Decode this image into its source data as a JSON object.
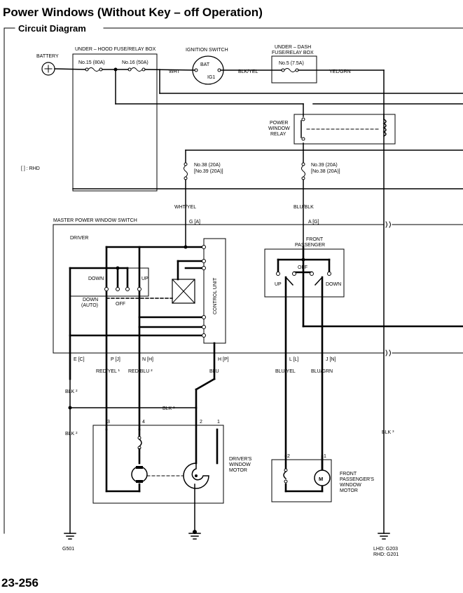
{
  "title": "Power Windows (Without Key – off Operation)",
  "subtitle": "Circuit Diagram",
  "page_number": "23-256",
  "rhd_note": "[ ] : RHD",
  "battery": {
    "label": "BATTERY"
  },
  "underhood_box": {
    "title": "UNDER – HOOD FUSE/RELAY BOX",
    "fuse15": "No.15 (80A)",
    "fuse16": "No.16 (50A)"
  },
  "ignition": {
    "title": "IGNITION SWITCH",
    "bat": "BAT",
    "ig1": "IG1"
  },
  "underdash_box": {
    "title1": "UNDER – DASH",
    "title2": "FUSE/RELAY BOX",
    "fuse5": "No.5 (7.5A)"
  },
  "wires": {
    "wht": "WHT",
    "blk_yel": "BLK/YEL",
    "yel_grn": "YEL/GRN",
    "wht_yel": "WHT/YEL",
    "blu_blk": "BLU/BLK",
    "blk2a": "BLK ²",
    "blk2b": "BLK ²",
    "blk2c": "BLK ²",
    "blk3": "BLK ³",
    "red_yel": "RED/YEL ¹",
    "red_blu": "RED/BLU ²",
    "blu": "BLU",
    "blu_yel": "BLU/YEL",
    "blu_grn": "BLU/GRN"
  },
  "relay": {
    "line1": "POWER",
    "line2": "WINDOW",
    "line3": "RELAY"
  },
  "fuse38": {
    "line1": "No.38 (20A)",
    "line2": "[No.39 (20A)]"
  },
  "fuse39": {
    "line1": "No.39 (20A)",
    "line2": "[No.38 (20A)]"
  },
  "master_switch": {
    "title": "MASTER POWER WINDOW SWITCH",
    "driver": "DRIVER",
    "down": "DOWN",
    "up": "UP",
    "down_auto1": "DOWN",
    "down_auto2": "(AUTO)",
    "off": "OFF",
    "control_unit": "CONTROL UNIT",
    "term_g": "G [A]",
    "term_a": "A [G]",
    "term_e": "E [C]",
    "term_p": "P [J]",
    "term_n": "N [H]",
    "term_h": "H [P]",
    "term_l": "L [L]",
    "term_j": "J [N]"
  },
  "front_passenger_switch": {
    "line1": "FRONT",
    "line2": "PASSENGER",
    "off": "OFF",
    "up": "UP",
    "down": "DOWN"
  },
  "driver_motor": {
    "line1": "DRIVER'S",
    "line2": "WINDOW",
    "line3": "MOTOR",
    "pin3": "3",
    "pin4": "4",
    "pin2": "2",
    "pin1": "1"
  },
  "passenger_motor": {
    "line1": "FRONT",
    "line2": "PASSENGER'S",
    "line3": "WINDOW",
    "line4": "MOTOR",
    "pin2": "2",
    "pin1": "1",
    "m": "M"
  },
  "grounds": {
    "g501": "G501",
    "lhd": "LHD:  G203",
    "rhd": "RHD:  G201"
  }
}
